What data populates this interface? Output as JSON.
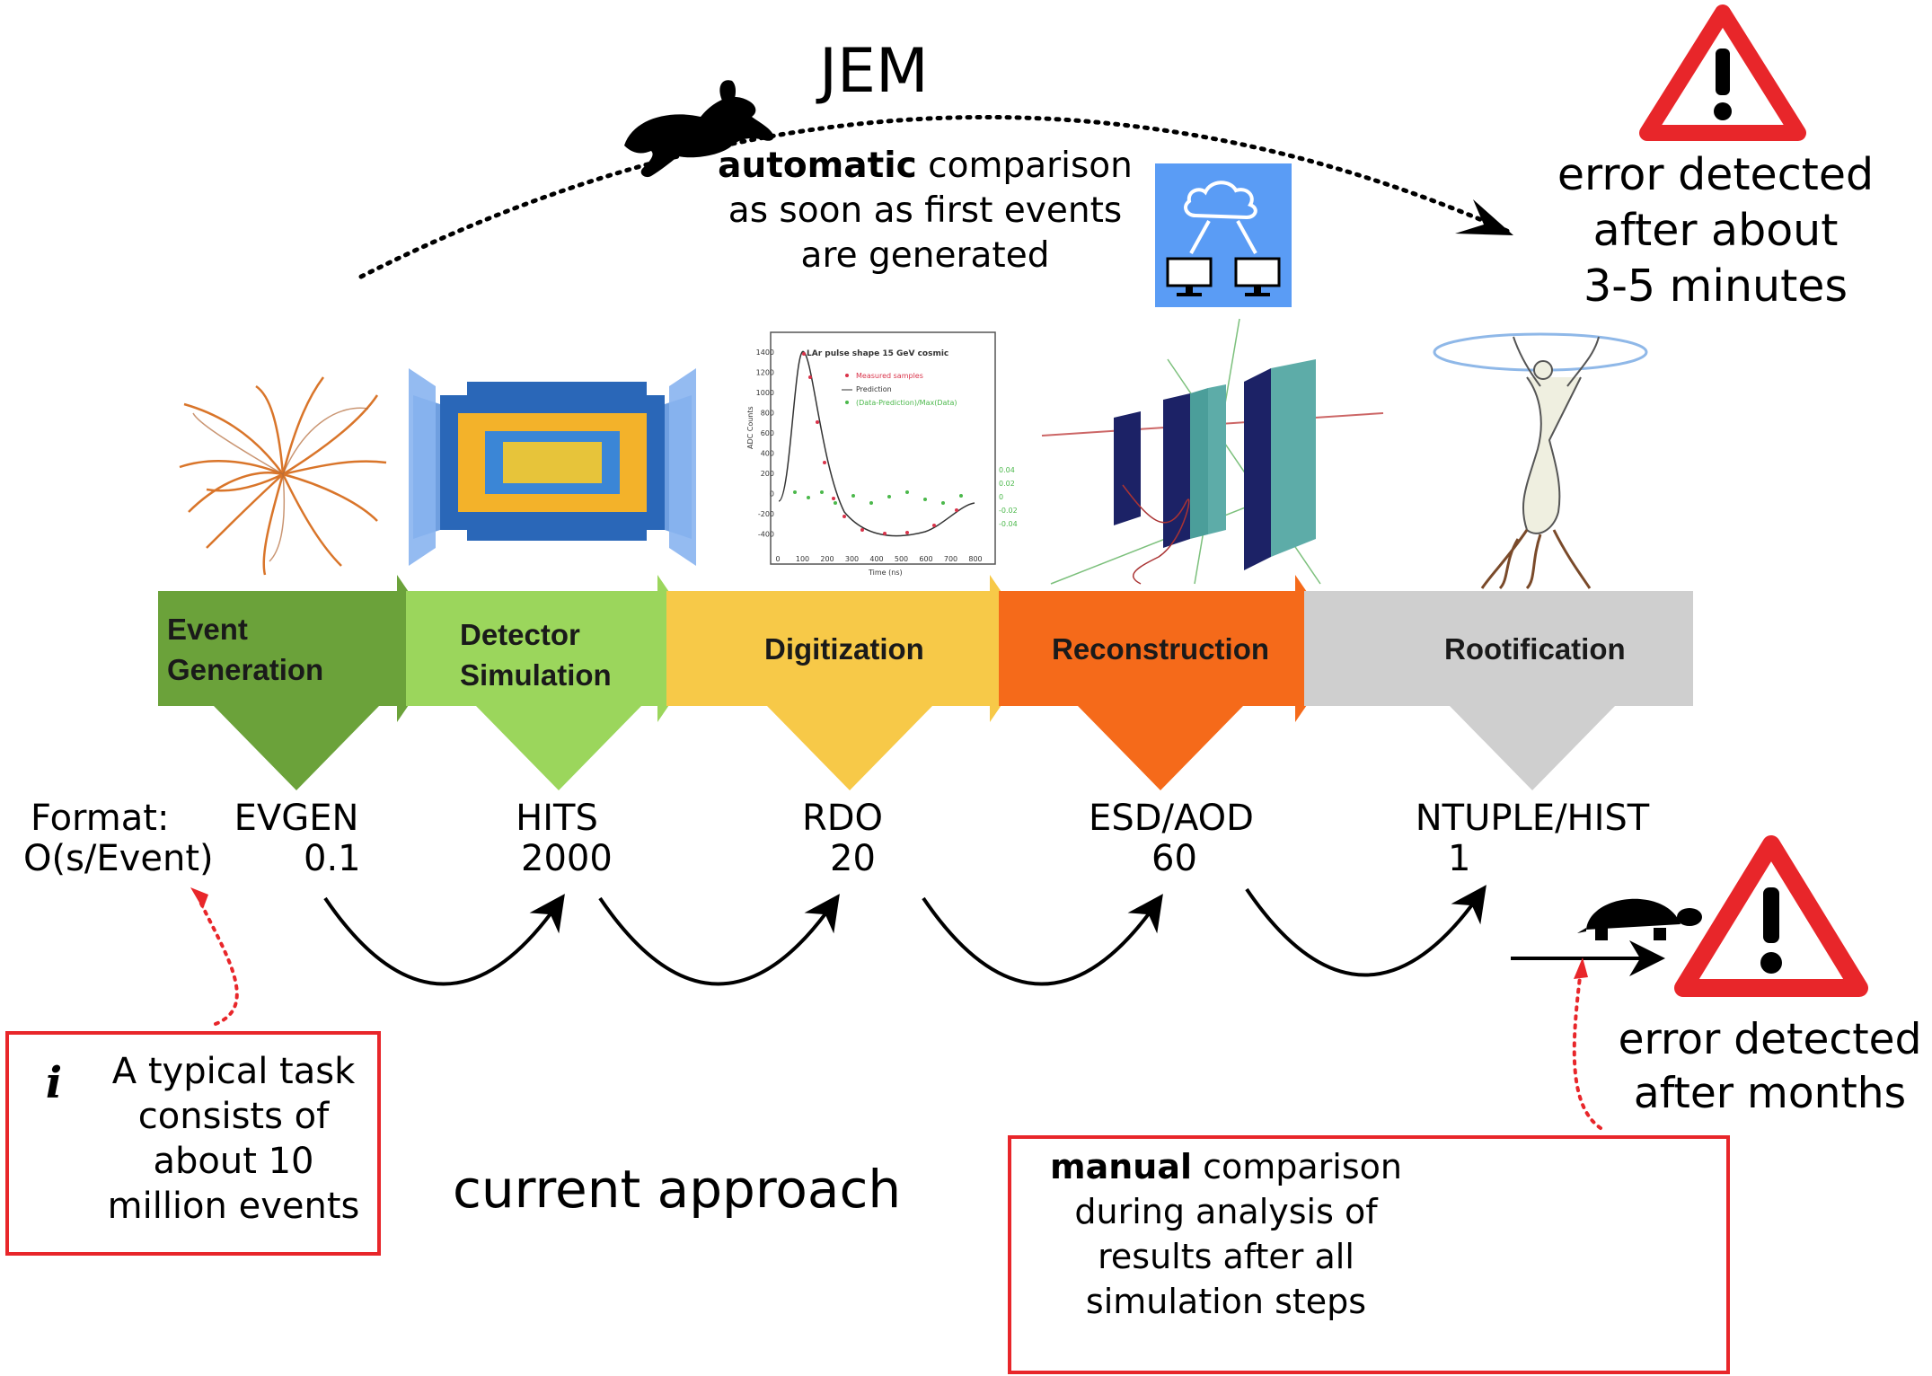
{
  "jem": {
    "title": "JEM",
    "auto_bold": "automatic",
    "auto_rest": "comparison",
    "auto_line2": "as soon as first events",
    "auto_line3": "are generated",
    "error_top_1": "error detected",
    "error_top_2": "after about",
    "error_top_3": "3-5 minutes"
  },
  "stages": [
    {
      "line1": "Event",
      "line2": "Generation",
      "color": "#6ba23a"
    },
    {
      "line1": "Detector",
      "line2": "Simulation",
      "color": "#9bd65c"
    },
    {
      "line1": "Digitization",
      "line2": "",
      "color": "#f7c948"
    },
    {
      "line1": "Reconstruction",
      "line2": "",
      "color": "#f56a1a"
    },
    {
      "line1": "Rootification",
      "line2": "",
      "color": "#cfcfcf"
    }
  ],
  "formats": {
    "label_line1": "Format:",
    "label_line2": "O(s/Event)",
    "items": [
      {
        "name": "EVGEN",
        "value": "0.1"
      },
      {
        "name": "HITS",
        "value": "2000"
      },
      {
        "name": "RDO",
        "value": "20"
      },
      {
        "name": "ESD/AOD",
        "value": "60"
      },
      {
        "name": "NTUPLE/HIST",
        "value": "1"
      }
    ]
  },
  "plot": {
    "title": "LAr pulse shape 15 GeV cosmic",
    "legend": [
      "Measured samples",
      "Prediction",
      "(Data-Prediction)/Max(Data)"
    ],
    "ylabel": "ADC Counts",
    "xlabel": "Time (ns)",
    "yticks": [
      "1400",
      "1200",
      "1000",
      "800",
      "600",
      "400",
      "200",
      "0",
      "-200",
      "-400"
    ],
    "xticks": [
      "0",
      "100",
      "200",
      "300",
      "400",
      "500",
      "600",
      "700",
      "800"
    ],
    "rticks": [
      "0.04",
      "0.02",
      "0",
      "-0.02",
      "-0.04"
    ]
  },
  "info": {
    "icon": "i",
    "line1": "A typical task",
    "line2": "consists of",
    "line3": "about 10",
    "line4": "million events"
  },
  "current_approach": "current approach",
  "bottom": {
    "error_1": "error detected",
    "error_2": "after months",
    "manual_bold": "manual",
    "manual_rest": "comparison",
    "manual_line2": "during analysis of",
    "manual_line3": "results after all",
    "manual_line4": "simulation steps"
  },
  "colors": {
    "warning_red": "#e8262a",
    "box_border": "#e8262a",
    "cloud_bg": "#5a9cf5"
  },
  "icons": [
    "rabbit-icon",
    "turtle-icon",
    "warning-icon",
    "cloud-network-icon",
    "info-icon",
    "programmer-icon"
  ]
}
